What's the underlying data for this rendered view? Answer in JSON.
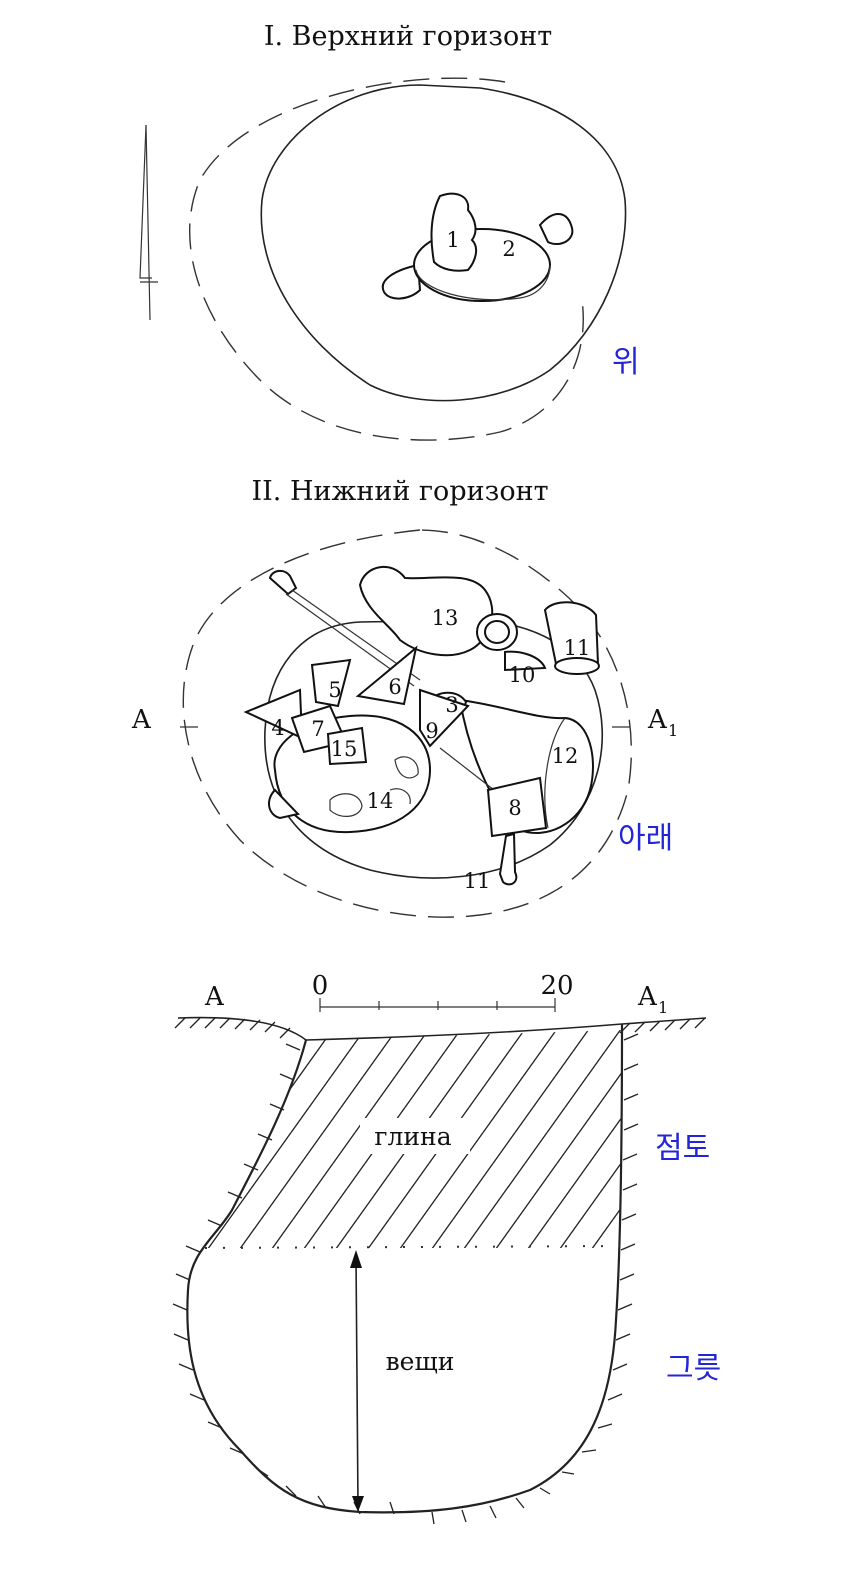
{
  "upper_section": {
    "title": "I. Верхний горизонт",
    "items": [
      "1",
      "2"
    ],
    "annotation_ko": "위"
  },
  "lower_section": {
    "title": "II. Нижний горизонт",
    "items": [
      "13",
      "11",
      "10",
      "5",
      "6",
      "3",
      "4",
      "7",
      "15",
      "9",
      "12",
      "14",
      "8",
      "11"
    ],
    "section_mark_left": "A",
    "section_mark_right": "A",
    "section_mark_right_sub": "1",
    "annotation_ko": "아래"
  },
  "profile": {
    "mark_left": "A",
    "mark_right": "A",
    "mark_right_sub": "1",
    "scale_start": "0",
    "scale_end": "20",
    "fill_label": "глина",
    "objects_label": "вещи",
    "annotation_clay_ko": "점토",
    "annotation_vessels_ko": "그릇"
  }
}
